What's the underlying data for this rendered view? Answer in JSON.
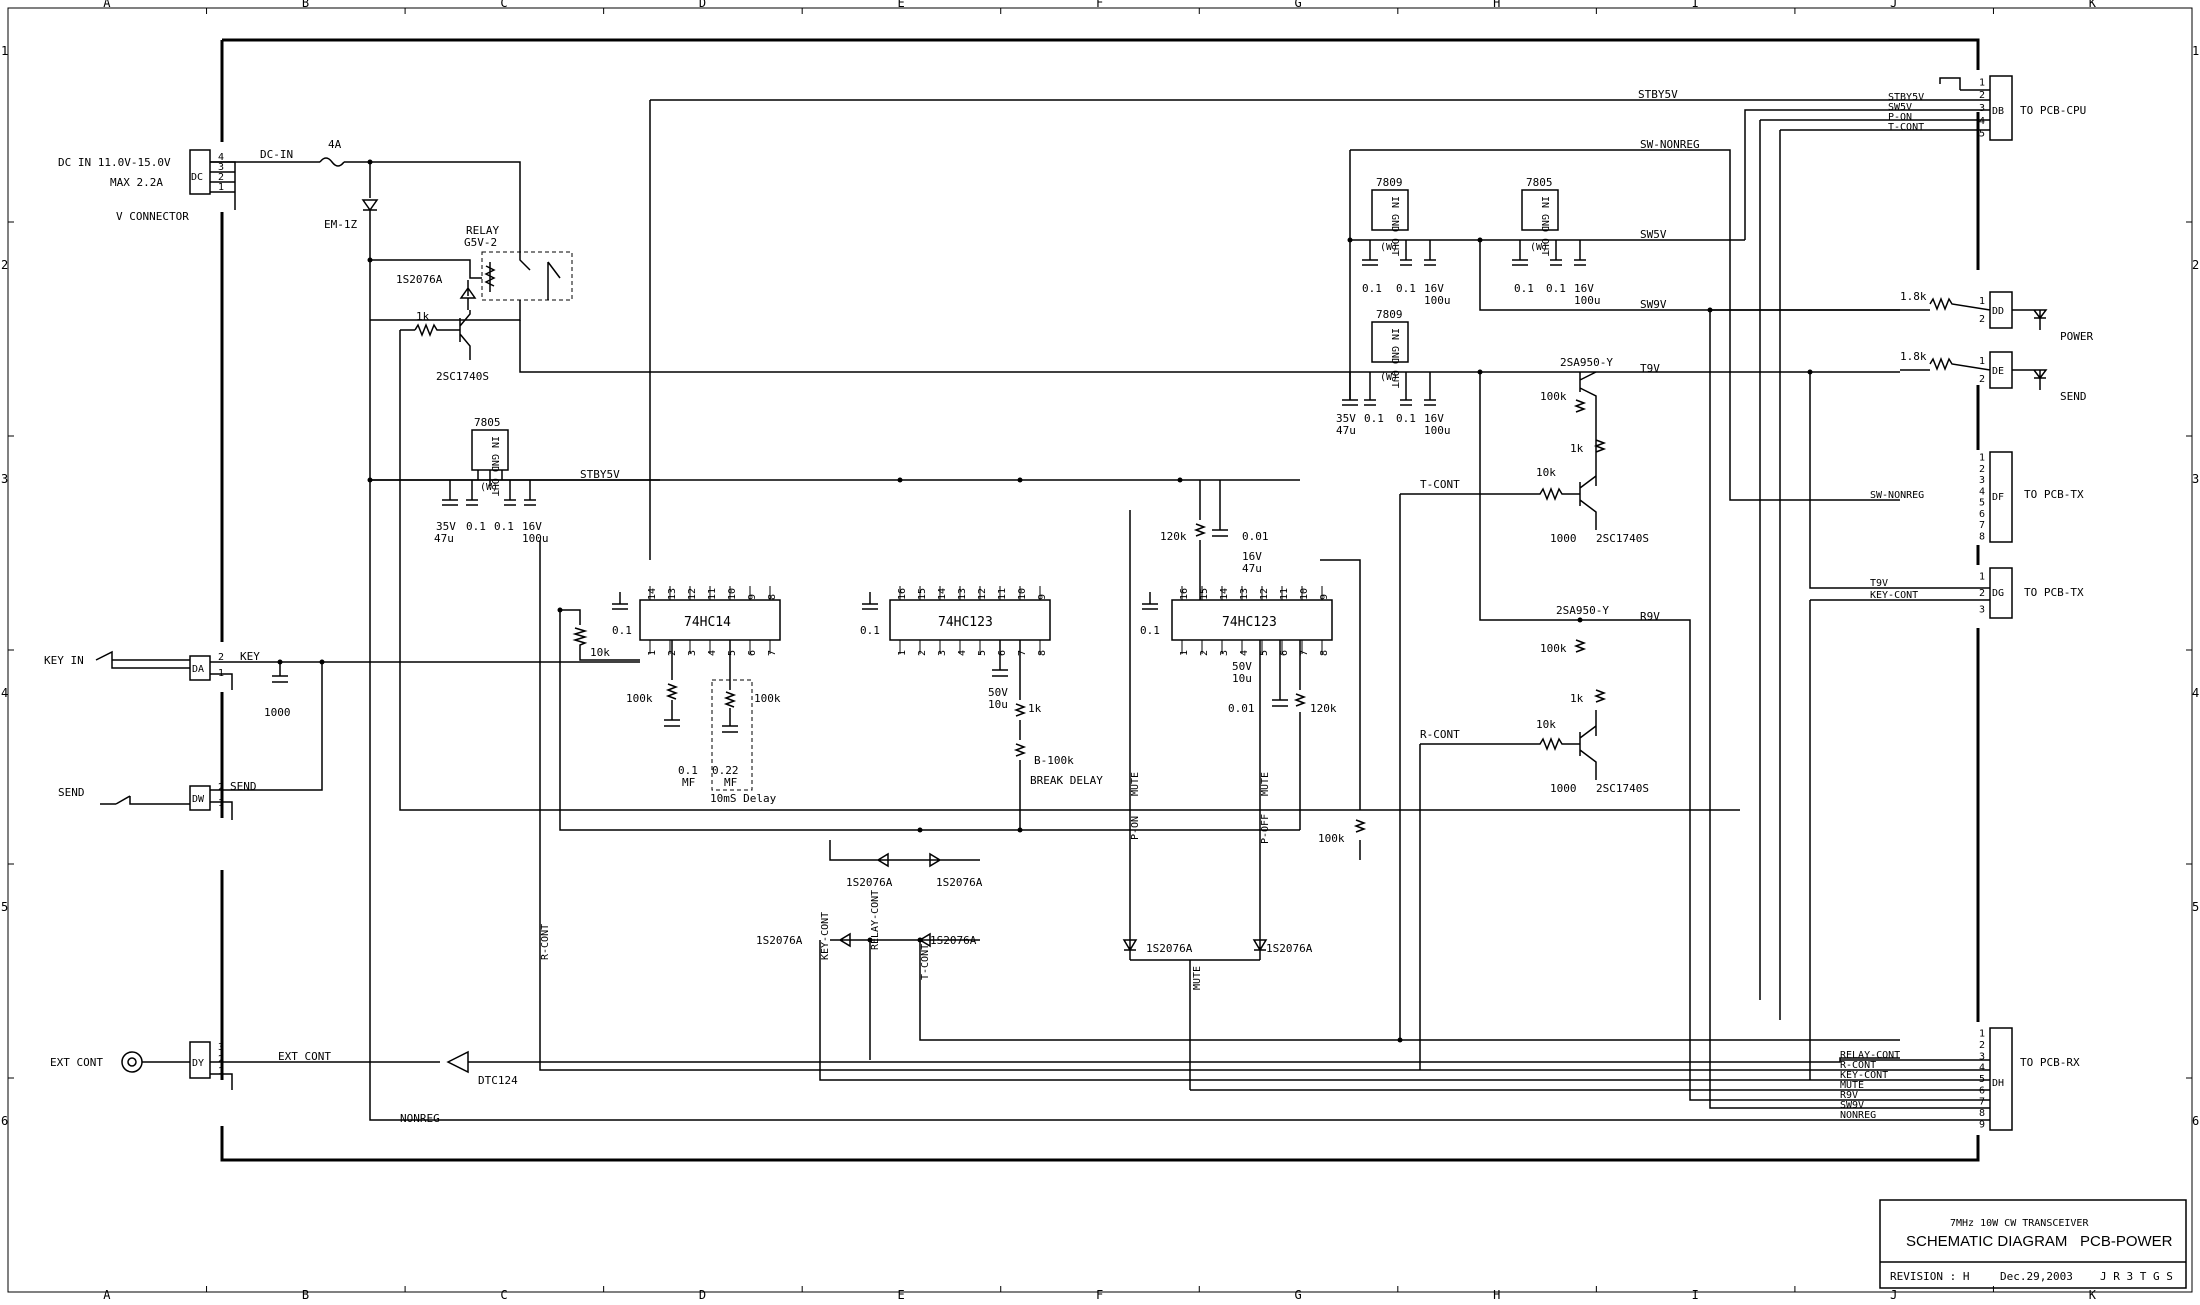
{
  "zones": {
    "columns": [
      "A",
      "B",
      "C",
      "D",
      "E",
      "F",
      "G",
      "H",
      "I",
      "J",
      "K"
    ],
    "rows": [
      "1",
      "2",
      "3",
      "4",
      "5",
      "6"
    ]
  },
  "power_in": {
    "spec1": "DC IN 11.0V-15.0V",
    "spec2": "MAX 2.2A",
    "connector_name": "V CONNECTOR",
    "conn_label": "DC",
    "pins": [
      "4",
      "3",
      "2",
      "1"
    ],
    "net": "DC-IN",
    "fuse": "4A",
    "zener": "EM-1Z",
    "relay_label": "RELAY",
    "relay_part": "G5V-2",
    "relay_diode": "1S2076A",
    "base_resistor": "1k",
    "relay_transistor": "2SC1740S"
  },
  "regulators": [
    {
      "part": "7805",
      "pins": "IN GND OUT",
      "tab": "(W)",
      "caps": [
        "35V",
        "0.1",
        "0.1",
        "16V"
      ],
      "caps2": [
        "47u",
        "",
        "",
        "100u"
      ]
    },
    {
      "part": "7809",
      "pins": "IN GND OUT",
      "tab": "(W)",
      "caps": [
        "0.1",
        "0.1",
        "16V"
      ],
      "caps2": [
        "",
        "",
        "100u"
      ]
    },
    {
      "part": "7805",
      "pins": "IN GND OUT",
      "tab": "(W)",
      "caps": [
        "0.1",
        "0.1",
        "16V"
      ],
      "caps2": [
        "",
        "",
        "100u"
      ]
    },
    {
      "part": "7809",
      "pins": "IN GND OUT",
      "tab": "(W)",
      "caps": [
        "35V",
        "0.1",
        "0.1",
        "16V"
      ],
      "caps2": [
        "47u",
        "",
        "",
        "100u"
      ]
    }
  ],
  "nets": {
    "stby5v": "STBY5V",
    "sw_nonreg": "SW-NONREG",
    "sw5v": "SW5V",
    "sw9v": "SW9V",
    "t9v": "T9V",
    "r9v": "R9V",
    "t_cont": "T-CONT",
    "r_cont": "R-CONT",
    "ext_cont": "EXT CONT",
    "nonreg": "NONREG",
    "key": "KEY",
    "send": "SEND",
    "relay_cont": "RELAY-CONT",
    "key_cont": "KEY-CONT",
    "mute": "MUTE",
    "p_on": "P-ON",
    "p_off": "P-OFF"
  },
  "ics": [
    {
      "part": "74HC14",
      "top_pins": [
        "14",
        "13",
        "12",
        "11",
        "10",
        "9",
        "8"
      ],
      "bottom_pins": [
        "1",
        "2",
        "3",
        "4",
        "5",
        "6",
        "7"
      ]
    },
    {
      "part": "74HC123",
      "top_pins": [
        "16",
        "15",
        "14",
        "13",
        "12",
        "11",
        "10",
        "9"
      ],
      "bottom_pins": [
        "1",
        "2",
        "3",
        "4",
        "5",
        "6",
        "7",
        "8"
      ]
    },
    {
      "part": "74HC123",
      "top_pins": [
        "16",
        "15",
        "14",
        "13",
        "12",
        "11",
        "10",
        "9"
      ],
      "bottom_pins": [
        "1",
        "2",
        "3",
        "4",
        "5",
        "6",
        "7",
        "8"
      ]
    }
  ],
  "parts": {
    "cap_01": "0.1",
    "r_10k": "10k",
    "r_100k": "100k",
    "c_01mf": "0.1",
    "mf": "MF",
    "c_022": "0.22",
    "delay_label": "10mS Delay",
    "c_50v": "50V",
    "c_10u": "10u",
    "r_1k": "1k",
    "pot": "B-100k",
    "break_delay": "BREAK DELAY",
    "r_120k": "120k",
    "c_001": "0.01",
    "c_16v": "16V",
    "c_47u": "47u",
    "c_1000": "1000",
    "diode": "1S2076A",
    "buffer": "DTC124",
    "pnp": "2SA950-Y",
    "npn": "2SC1740S",
    "led_r": "1.8k"
  },
  "left_ports": [
    {
      "label": "KEY IN",
      "conn": "DA",
      "pins": [
        "2",
        "1"
      ],
      "net": "KEY"
    },
    {
      "label": "SEND",
      "conn": "DW",
      "pins": [
        "2",
        "1"
      ],
      "net": "SEND"
    },
    {
      "label": "EXT CONT",
      "conn": "DY",
      "pins": [
        "3",
        "2",
        "1"
      ],
      "net": "EXT CONT"
    }
  ],
  "right_connectors": [
    {
      "id": "DB",
      "dest": "TO PCB-CPU",
      "pins": [
        "1",
        "2",
        "3",
        "4",
        "5"
      ],
      "signals": [
        "STBY5V",
        "SW5V",
        "P-ON",
        "T-CONT"
      ]
    },
    {
      "id": "DD",
      "dest": "POWER",
      "pins": [
        "1",
        "2"
      ],
      "signals": []
    },
    {
      "id": "DE",
      "dest": "SEND",
      "pins": [
        "1",
        "2"
      ],
      "signals": []
    },
    {
      "id": "DF",
      "dest": "TO PCB-TX",
      "pins": [
        "1",
        "2",
        "3",
        "4",
        "5",
        "6",
        "7",
        "8"
      ],
      "signals": [
        "SW-NONREG"
      ]
    },
    {
      "id": "DG",
      "dest": "TO PCB-TX",
      "pins": [
        "1",
        "2",
        "3"
      ],
      "signals": [
        "T9V",
        "KEY-CONT"
      ]
    },
    {
      "id": "DH",
      "dest": "TO PCB-RX",
      "pins": [
        "1",
        "2",
        "3",
        "4",
        "5",
        "6",
        "7",
        "8",
        "9"
      ],
      "signals": [
        "RELAY-CONT",
        "R-CONT",
        "KEY-CONT",
        "MUTE",
        "R9V",
        "SW9V",
        "NONREG"
      ]
    }
  ],
  "title_block": {
    "project": "7MHz 10W CW TRANSCEIVER",
    "title": "SCHEMATIC DIAGRAM",
    "board": "PCB-POWER",
    "revision": "REVISION : H",
    "date": "Dec.29,2003",
    "author": "J R 3 T G S"
  }
}
